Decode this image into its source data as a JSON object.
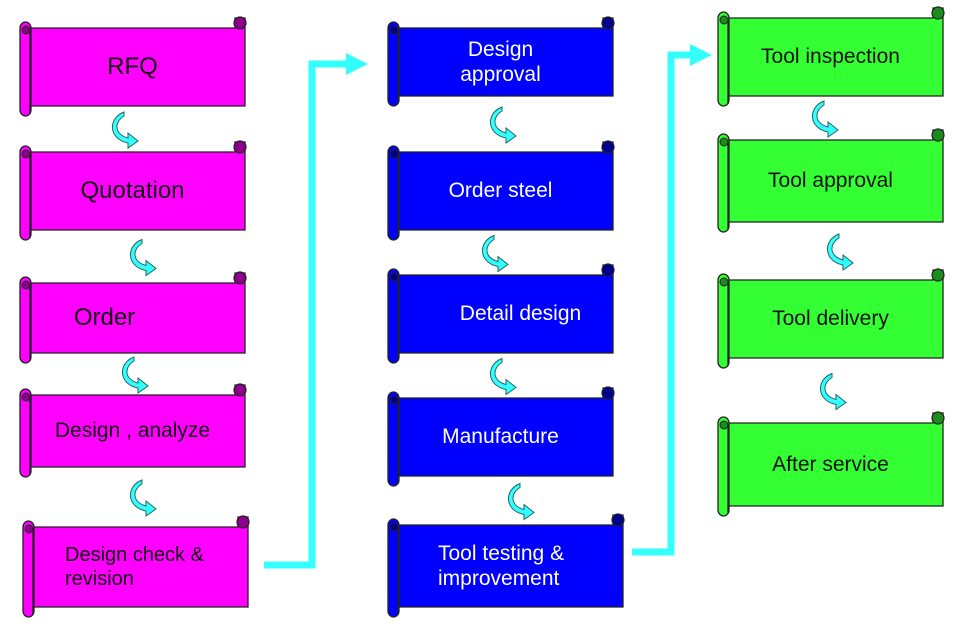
{
  "colors": {
    "pink": "#ff00ff",
    "blue": "#0000ff",
    "green": "#33ff33",
    "connector": "#33ffff",
    "outline": "#222222",
    "text_dark": "#111111",
    "text_light": "#ffffff"
  },
  "columns": [
    {
      "color_key": "pink",
      "text_color_key": "text_dark",
      "steps": [
        {
          "label": "RFQ"
        },
        {
          "label": "Quotation"
        },
        {
          "label": "Order"
        },
        {
          "label": "Design , analyze"
        },
        {
          "label": "Design check &\nrevision"
        }
      ]
    },
    {
      "color_key": "blue",
      "text_color_key": "text_light",
      "steps": [
        {
          "label": "Design\napproval"
        },
        {
          "label": "Order steel"
        },
        {
          "label": "Detail design"
        },
        {
          "label": "Manufacture"
        },
        {
          "label": "Tool testing &\nimprovement"
        }
      ]
    },
    {
      "color_key": "green",
      "text_color_key": "text_dark",
      "steps": [
        {
          "label": "Tool inspection"
        },
        {
          "label": "Tool approval"
        },
        {
          "label": "Tool delivery"
        },
        {
          "label": "After service"
        }
      ]
    }
  ]
}
